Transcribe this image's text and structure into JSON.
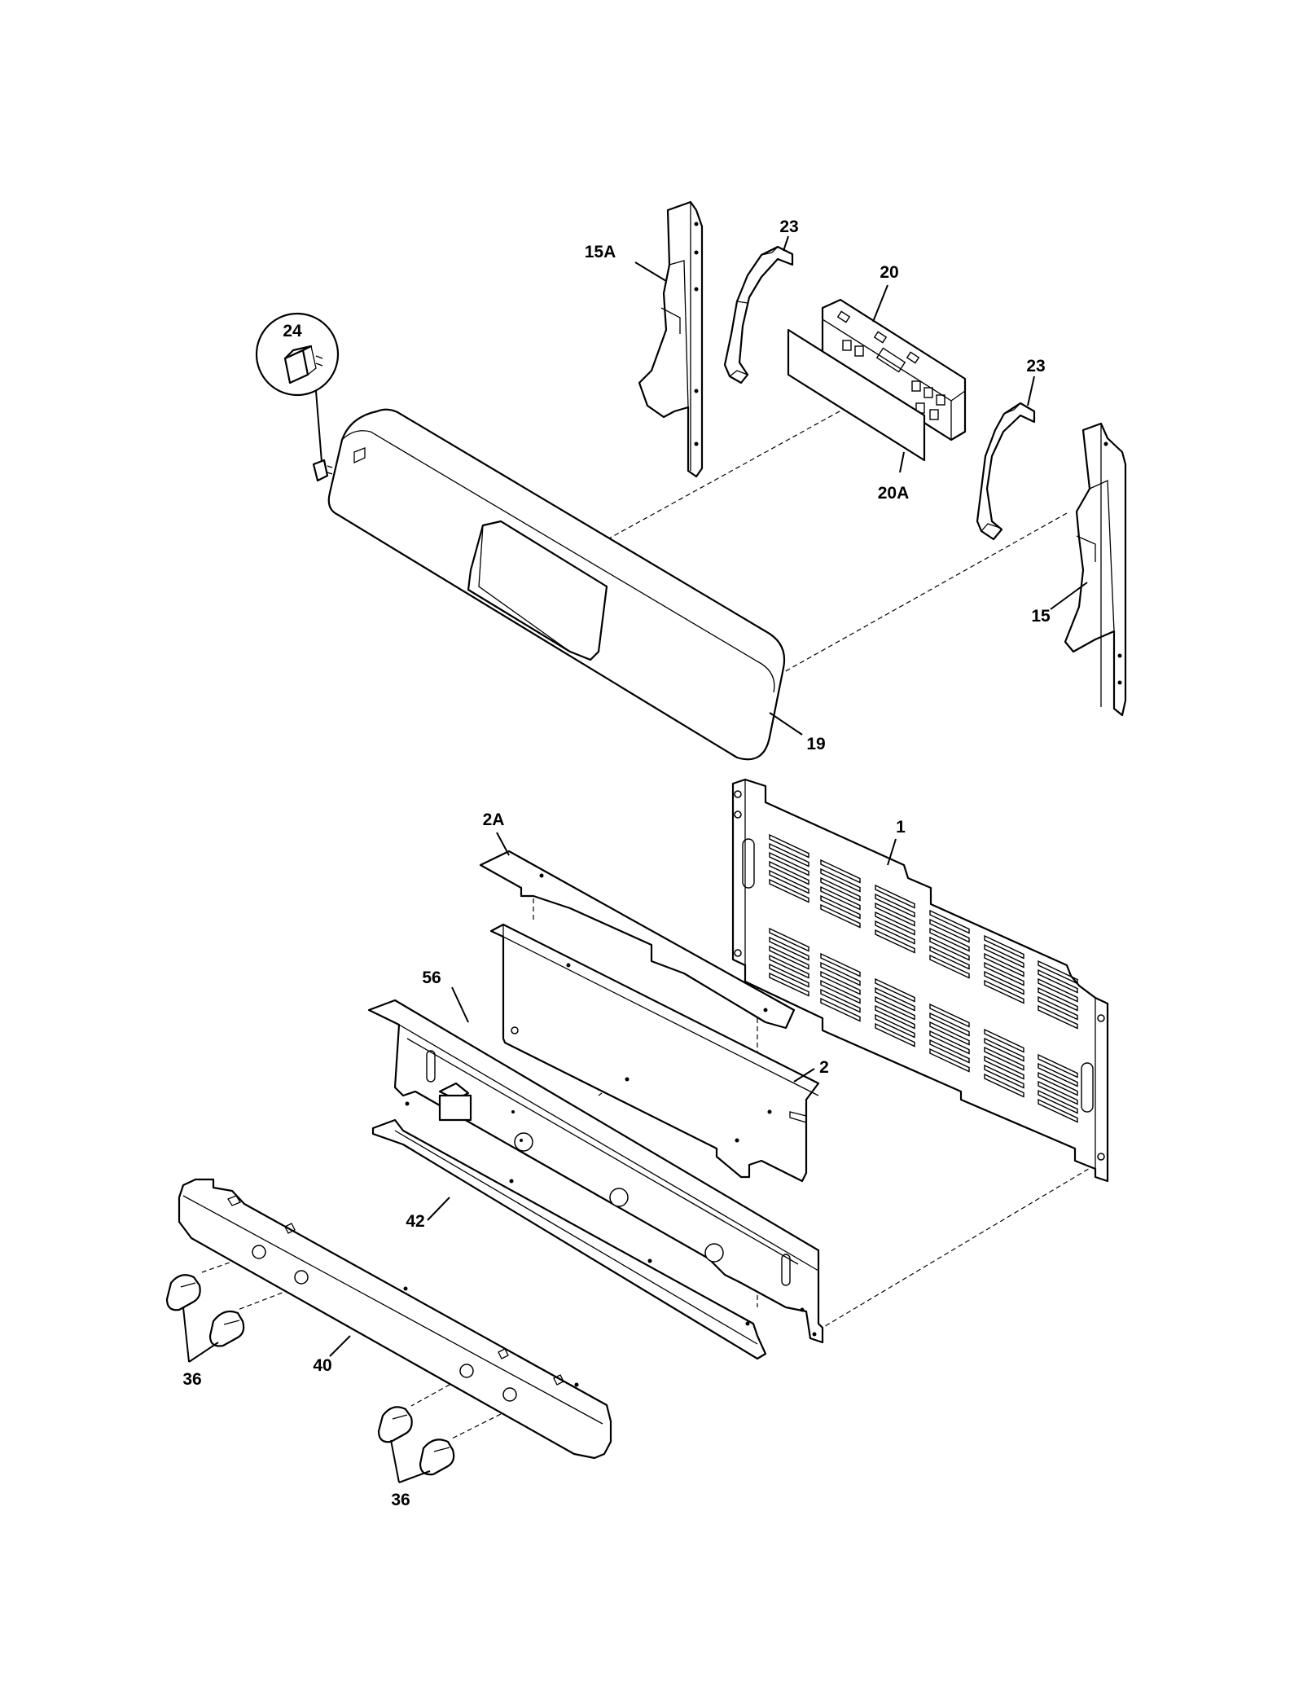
{
  "diagram": {
    "labels": [
      {
        "id": "15A",
        "text": "15A"
      },
      {
        "id": "23a",
        "text": "23"
      },
      {
        "id": "20",
        "text": "20"
      },
      {
        "id": "24",
        "text": "24"
      },
      {
        "id": "23b",
        "text": "23"
      },
      {
        "id": "20A",
        "text": "20A"
      },
      {
        "id": "15",
        "text": "15"
      },
      {
        "id": "19",
        "text": "19"
      },
      {
        "id": "1",
        "text": "1"
      },
      {
        "id": "2A",
        "text": "2A"
      },
      {
        "id": "56",
        "text": "56"
      },
      {
        "id": "2",
        "text": "2"
      },
      {
        "id": "42",
        "text": "42"
      },
      {
        "id": "40",
        "text": "40"
      },
      {
        "id": "36a",
        "text": "36"
      },
      {
        "id": "36b",
        "text": "36"
      }
    ]
  }
}
